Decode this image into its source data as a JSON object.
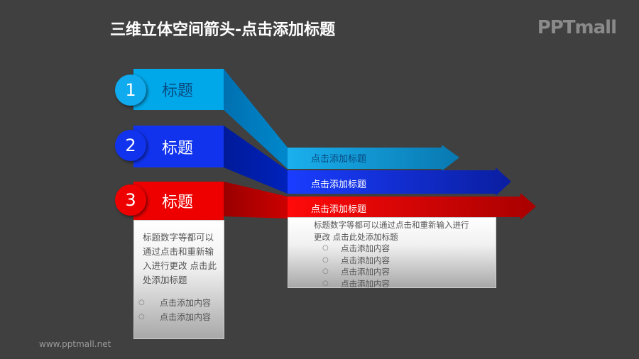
{
  "title": "三维立体空间箭头-点击添加标题",
  "logo": "PPTmall",
  "footer": "www.pptmall.net",
  "colors": {
    "item1": "#00a8ea",
    "item2": "#1133ee",
    "item3": "#ee0000",
    "background": "#404040"
  },
  "items": [
    {
      "number": "1",
      "label": "标题",
      "arrow_text": "点击添加标题"
    },
    {
      "number": "2",
      "label": "标题",
      "arrow_text": "点击添加标题"
    },
    {
      "number": "3",
      "label": "标题",
      "arrow_text": "点击添加标题"
    }
  ],
  "left_panel": {
    "text": "标题数字等都可以通过点击和重新输入进行更改 点击此处添加标题",
    "bullets": [
      "点击添加内容",
      "点击添加内容"
    ]
  },
  "right_panel": {
    "text": "标题数字等都可以通过点击和重新输入进行更改 点击此处添加标题",
    "bullets": [
      "点击添加内容",
      "点击添加内容",
      "点击添加内容",
      "点击添加内容"
    ]
  },
  "bullet_glyph": "○"
}
